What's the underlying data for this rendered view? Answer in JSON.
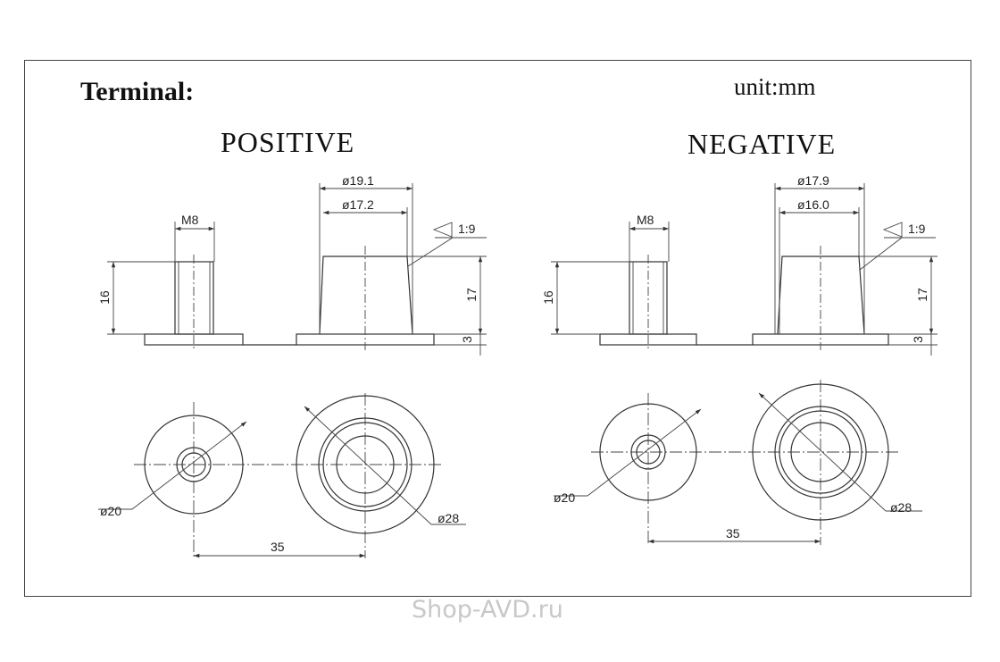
{
  "title": "Terminal:",
  "unit": "unit:mm",
  "positive": {
    "heading": "POSITIVE",
    "m8": "M8",
    "d_outer": "ø19.1",
    "d_inner": "ø17.2",
    "taper": "1:9",
    "h16": "16",
    "h17": "17",
    "h3": "3",
    "d20": "ø20",
    "d28": "ø28",
    "spacing": "35"
  },
  "negative": {
    "heading": "NEGATIVE",
    "m8": "M8",
    "d_outer": "ø17.9",
    "d_inner": "ø16.0",
    "taper": "1:9",
    "h16": "16",
    "h17": "17",
    "h3": "3",
    "d20": "ø20",
    "d28": "ø28",
    "spacing": "35"
  },
  "watermark": "Shop-AVD.ru",
  "colors": {
    "line": "#333333",
    "watermark": "#c8c8c8"
  }
}
